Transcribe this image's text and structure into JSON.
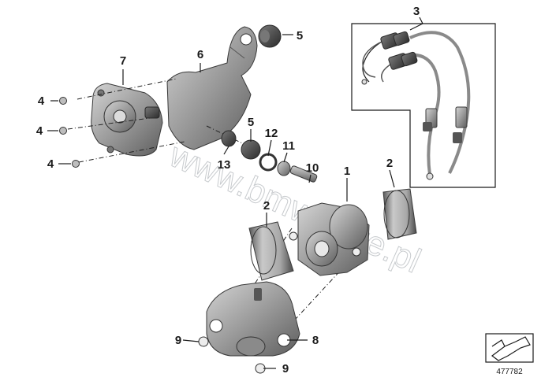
{
  "diagram": {
    "catalog_number": "477782",
    "watermark": "www.bmwstore.pl",
    "callouts": [
      {
        "id": "c3",
        "label": "3"
      },
      {
        "id": "c5a",
        "label": "5"
      },
      {
        "id": "c6",
        "label": "6"
      },
      {
        "id": "c7",
        "label": "7"
      },
      {
        "id": "c4a",
        "label": "4"
      },
      {
        "id": "c4b",
        "label": "4"
      },
      {
        "id": "c4c",
        "label": "4"
      },
      {
        "id": "c5b",
        "label": "5"
      },
      {
        "id": "c12",
        "label": "12"
      },
      {
        "id": "c11",
        "label": "11"
      },
      {
        "id": "c13",
        "label": "13"
      },
      {
        "id": "c10",
        "label": "10"
      },
      {
        "id": "c1",
        "label": "1"
      },
      {
        "id": "c2a",
        "label": "2"
      },
      {
        "id": "c2b",
        "label": "2"
      },
      {
        "id": "c9a",
        "label": "9"
      },
      {
        "id": "c8",
        "label": "8"
      },
      {
        "id": "c9b",
        "label": "9"
      }
    ],
    "colors": {
      "line": "#1a1a1a",
      "part": "#8f8f8f",
      "part_dark": "#3f3f3f",
      "background": "#ffffff"
    },
    "icons": [
      "arrow-icon"
    ]
  }
}
